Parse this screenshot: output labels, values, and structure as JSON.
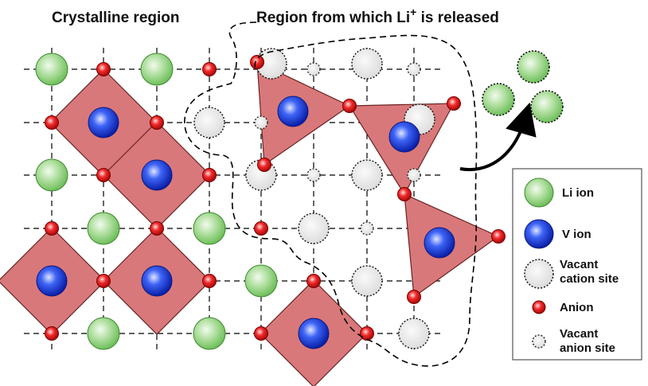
{
  "titles": {
    "crystalline": "Crystalline region",
    "released_prefix": "Region from which Li",
    "released_superscript": "+",
    "released_suffix": " is released"
  },
  "legend": {
    "li_ion": "Li ion",
    "v_ion": "V ion",
    "vacant_cation_line1": "Vacant",
    "vacant_cation_line2": "cation site",
    "anion": "Anion",
    "vacant_anion_line1": "Vacant",
    "vacant_anion_line2": "anion site"
  },
  "colors": {
    "li": "#8fcf7e",
    "v": "#1b3fd6",
    "anion": "#e02020",
    "polyhedron": "#d9787a",
    "vacant": "#e6e6e6"
  }
}
